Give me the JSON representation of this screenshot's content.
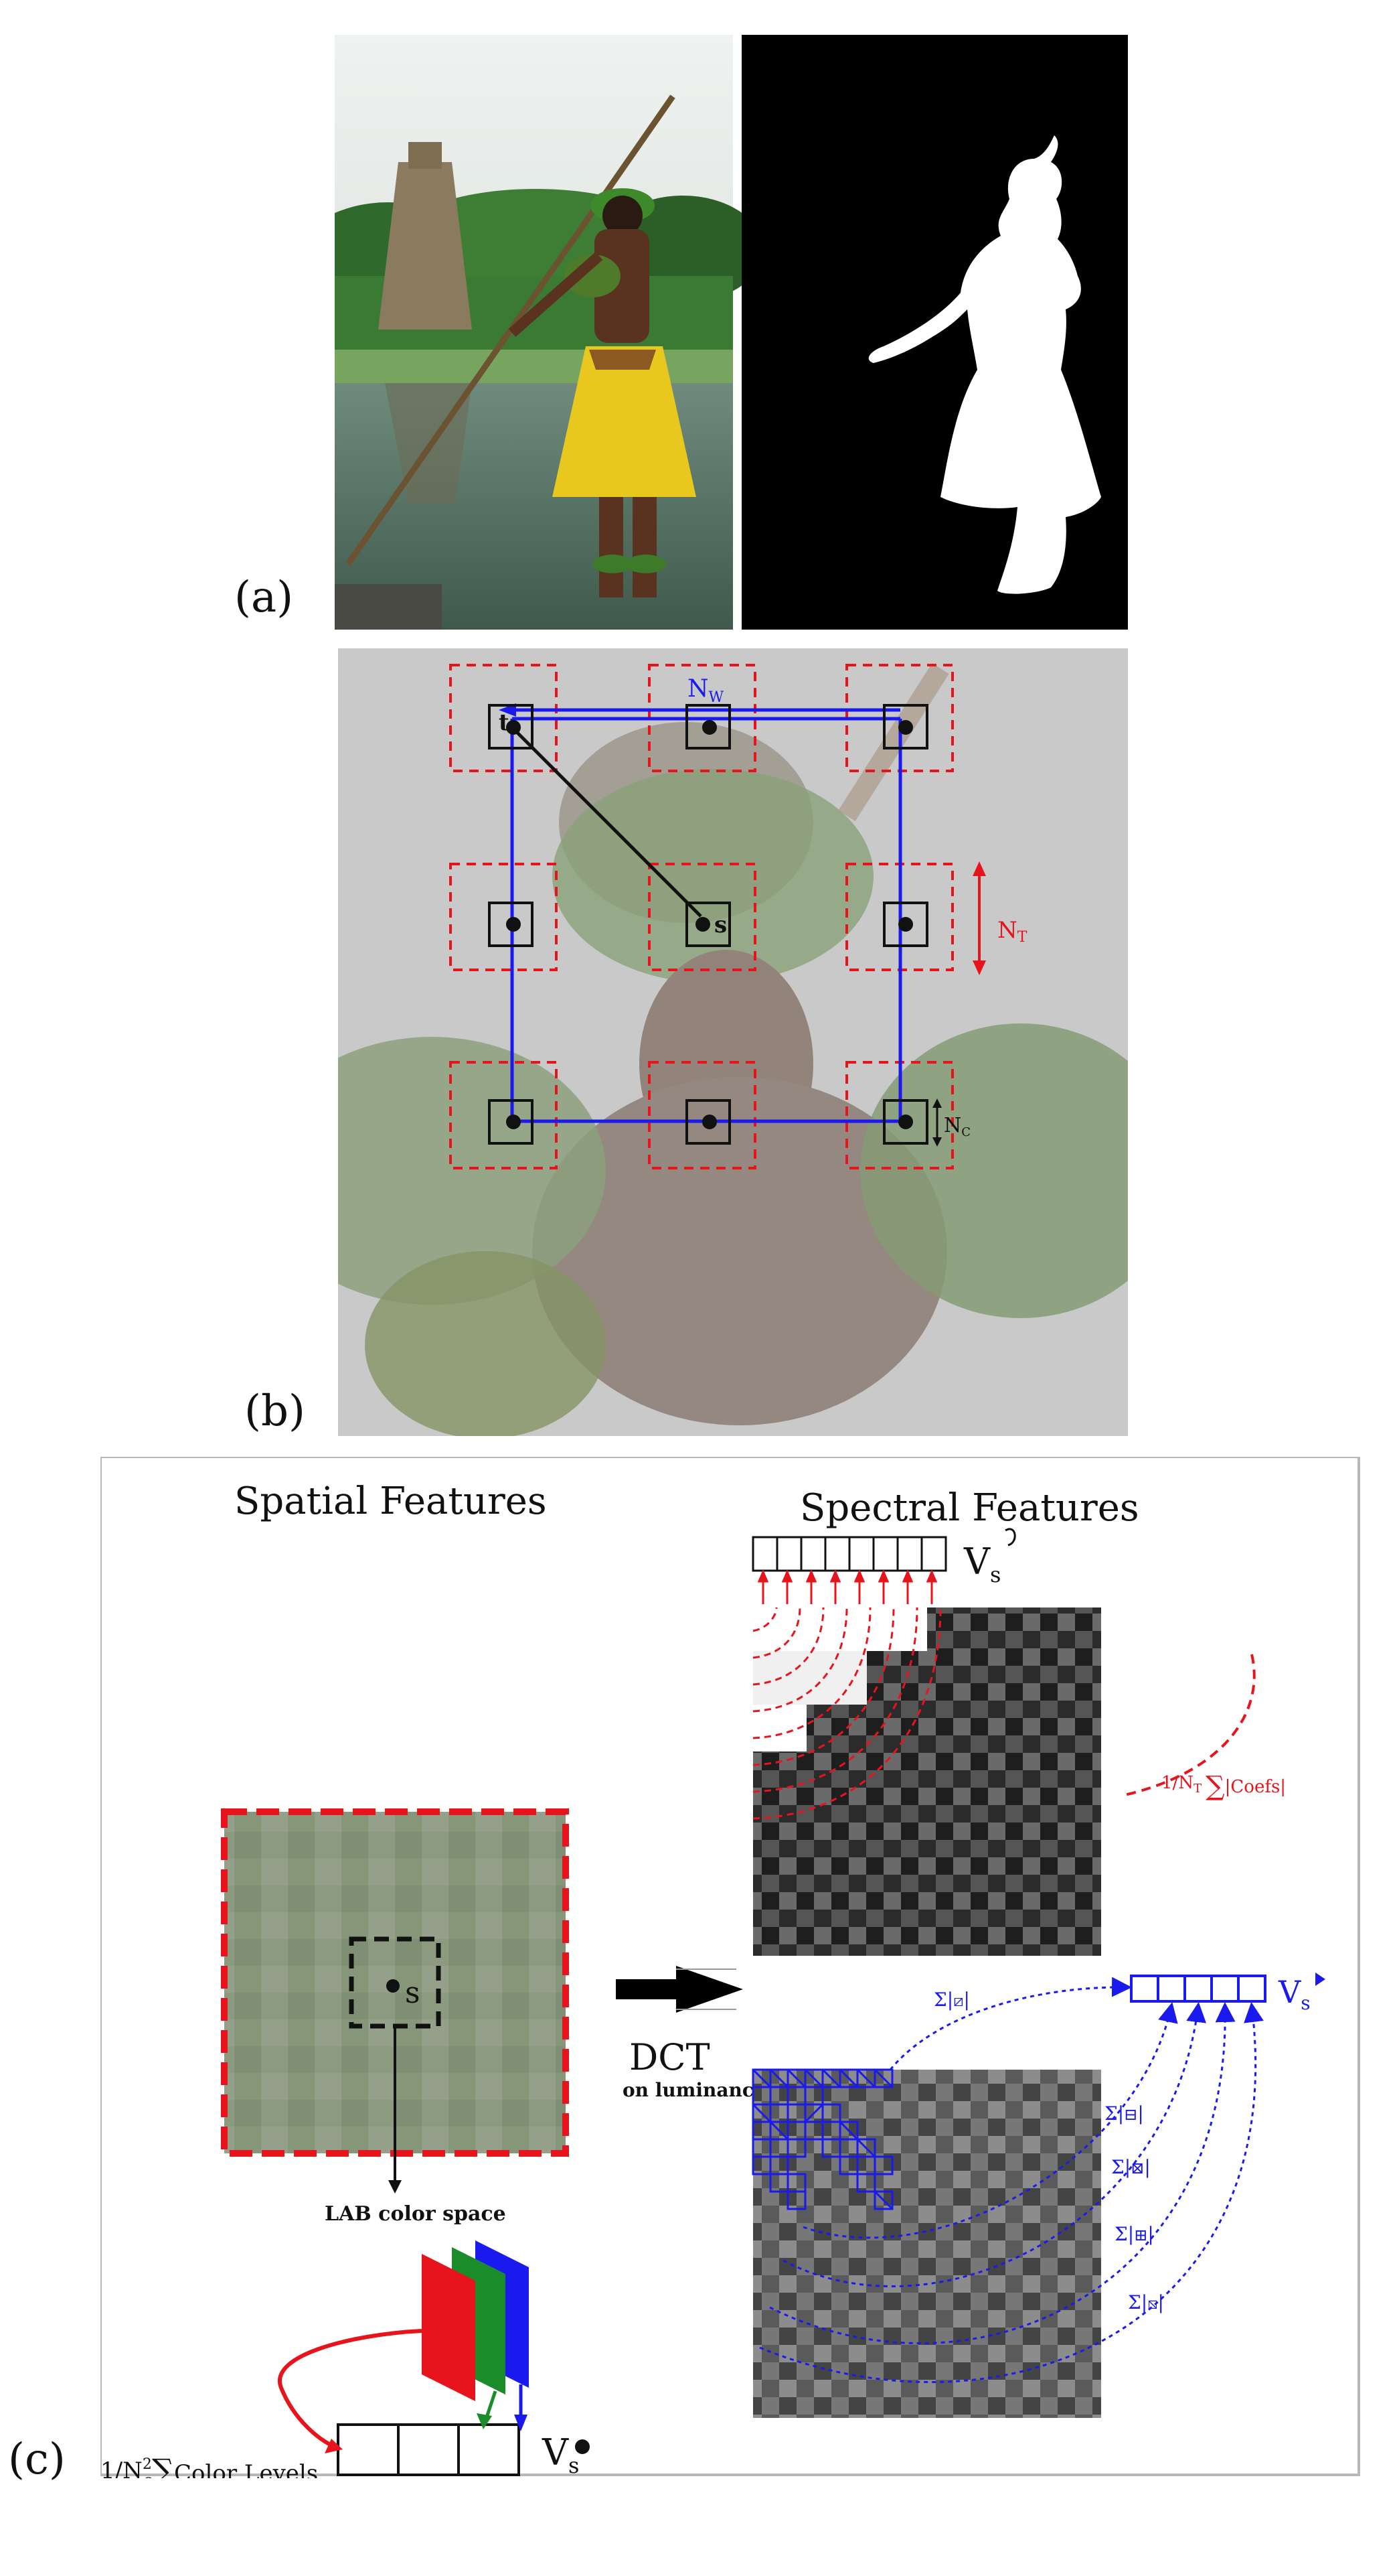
{
  "panels": {
    "a": {
      "label": "(a)"
    },
    "b": {
      "label": "(b)"
    },
    "c": {
      "label": "(c)"
    }
  },
  "grid_labels": {
    "nw": "N",
    "nw_sub": "W",
    "nt": "N",
    "nt_sub": "T",
    "nc": "N",
    "nc_sub": "C",
    "t": "t",
    "s": "s"
  },
  "panel_c": {
    "spatial_title": "Spatial Features",
    "spectral_title": "Spectral Features",
    "dct_label": "DCT",
    "dct_sub": "on luminance",
    "lab_label": "LAB color space",
    "s_label": "s",
    "v": "V",
    "v_sub": "s",
    "color_formula_prefix": "1/N",
    "color_formula_sup": "2",
    "color_formula_sub": "c",
    "color_formula_text": "Color Levels",
    "coef_formula_prefix": "1/N",
    "coef_formula_sub": "T",
    "coef_formula_text": "|Coefs|",
    "sum_symbol": "∑",
    "sigma_prefix": "Σ|",
    "sigma_suffix": "|"
  },
  "colors": {
    "blue": "#1a1aee",
    "red": "#e8141c",
    "green": "#1a8c2a",
    "frame_gray": "#b8b8b8"
  }
}
